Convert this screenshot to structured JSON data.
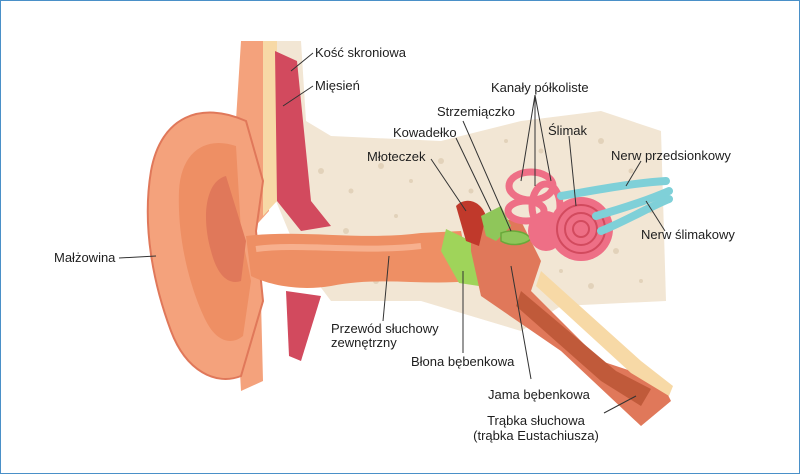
{
  "colors": {
    "frame": "#4a90c8",
    "bone": "#f2e6d4",
    "bone_dots": "#e2d2ba",
    "skin": "#f4a27c",
    "skin_dark": "#e0785a",
    "canal": "#ee8f64",
    "cartilage": "#f7d9a6",
    "muscle": "#d24a5e",
    "eardrum": "#9fd45a",
    "ossicles": "#8fc65a",
    "cochlea": "#ee6f86",
    "nerve": "#7fd0d8",
    "tube": "#c05a3a",
    "leader": "#333333"
  },
  "labels": {
    "temporal_bone": "Kość skroniowa",
    "muscle": "Mięsień",
    "semicircular_canals": "Kanały półkoliste",
    "stapes": "Strzemiączko",
    "incus": "Kowadełko",
    "malleus": "Młoteczek",
    "cochlea": "Ślimak",
    "vestibular_nerve": "Nerw przedsionkowy",
    "cochlear_nerve": "Nerw ślimakowy",
    "pinna": "Małżowina",
    "ear_canal_line1": "Przewód słuchowy",
    "ear_canal_line2": "zewnętrzny",
    "eardrum": "Błona bębenkowa",
    "tympanic_cavity": "Jama bębenkowa",
    "eustachian_line1": "Trąbka słuchowa",
    "eustachian_line2": "(trąbka Eustachiusza)"
  }
}
